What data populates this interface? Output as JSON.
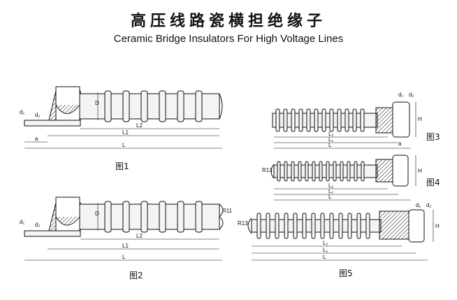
{
  "header": {
    "title_cn": "高压线路瓷横担绝缘子",
    "title_en": "Ceramic Bridge Insulators For High Voltage Lines"
  },
  "figures": [
    {
      "caption": "图1",
      "dims": {
        "d1": "d₁",
        "d2": "d₂",
        "D": "D",
        "a": "a",
        "L1": "L1",
        "L2": "L2",
        "L": "L"
      }
    },
    {
      "caption": "图2",
      "dims": {
        "d1": "d₁",
        "d2": "d₂",
        "D": "D",
        "R": "R11",
        "L1": "L1",
        "L2": "L2",
        "L": "L"
      }
    },
    {
      "caption": "图3",
      "dims": {
        "d1": "d₁",
        "d2": "d₂",
        "H": "H",
        "L2": "L₂",
        "L1": "L₁",
        "L": "L",
        "a": "a"
      }
    },
    {
      "caption": "图4",
      "dims": {
        "R": "R13",
        "H": "H",
        "L2": "L₂",
        "L1": "L₁",
        "L": "L"
      }
    },
    {
      "caption": "图5",
      "dims": {
        "R": "R13",
        "d1": "d₁",
        "d2": "d₂",
        "H": "H",
        "L2": "L₂",
        "L1": "L₁",
        "L": "L"
      }
    }
  ]
}
